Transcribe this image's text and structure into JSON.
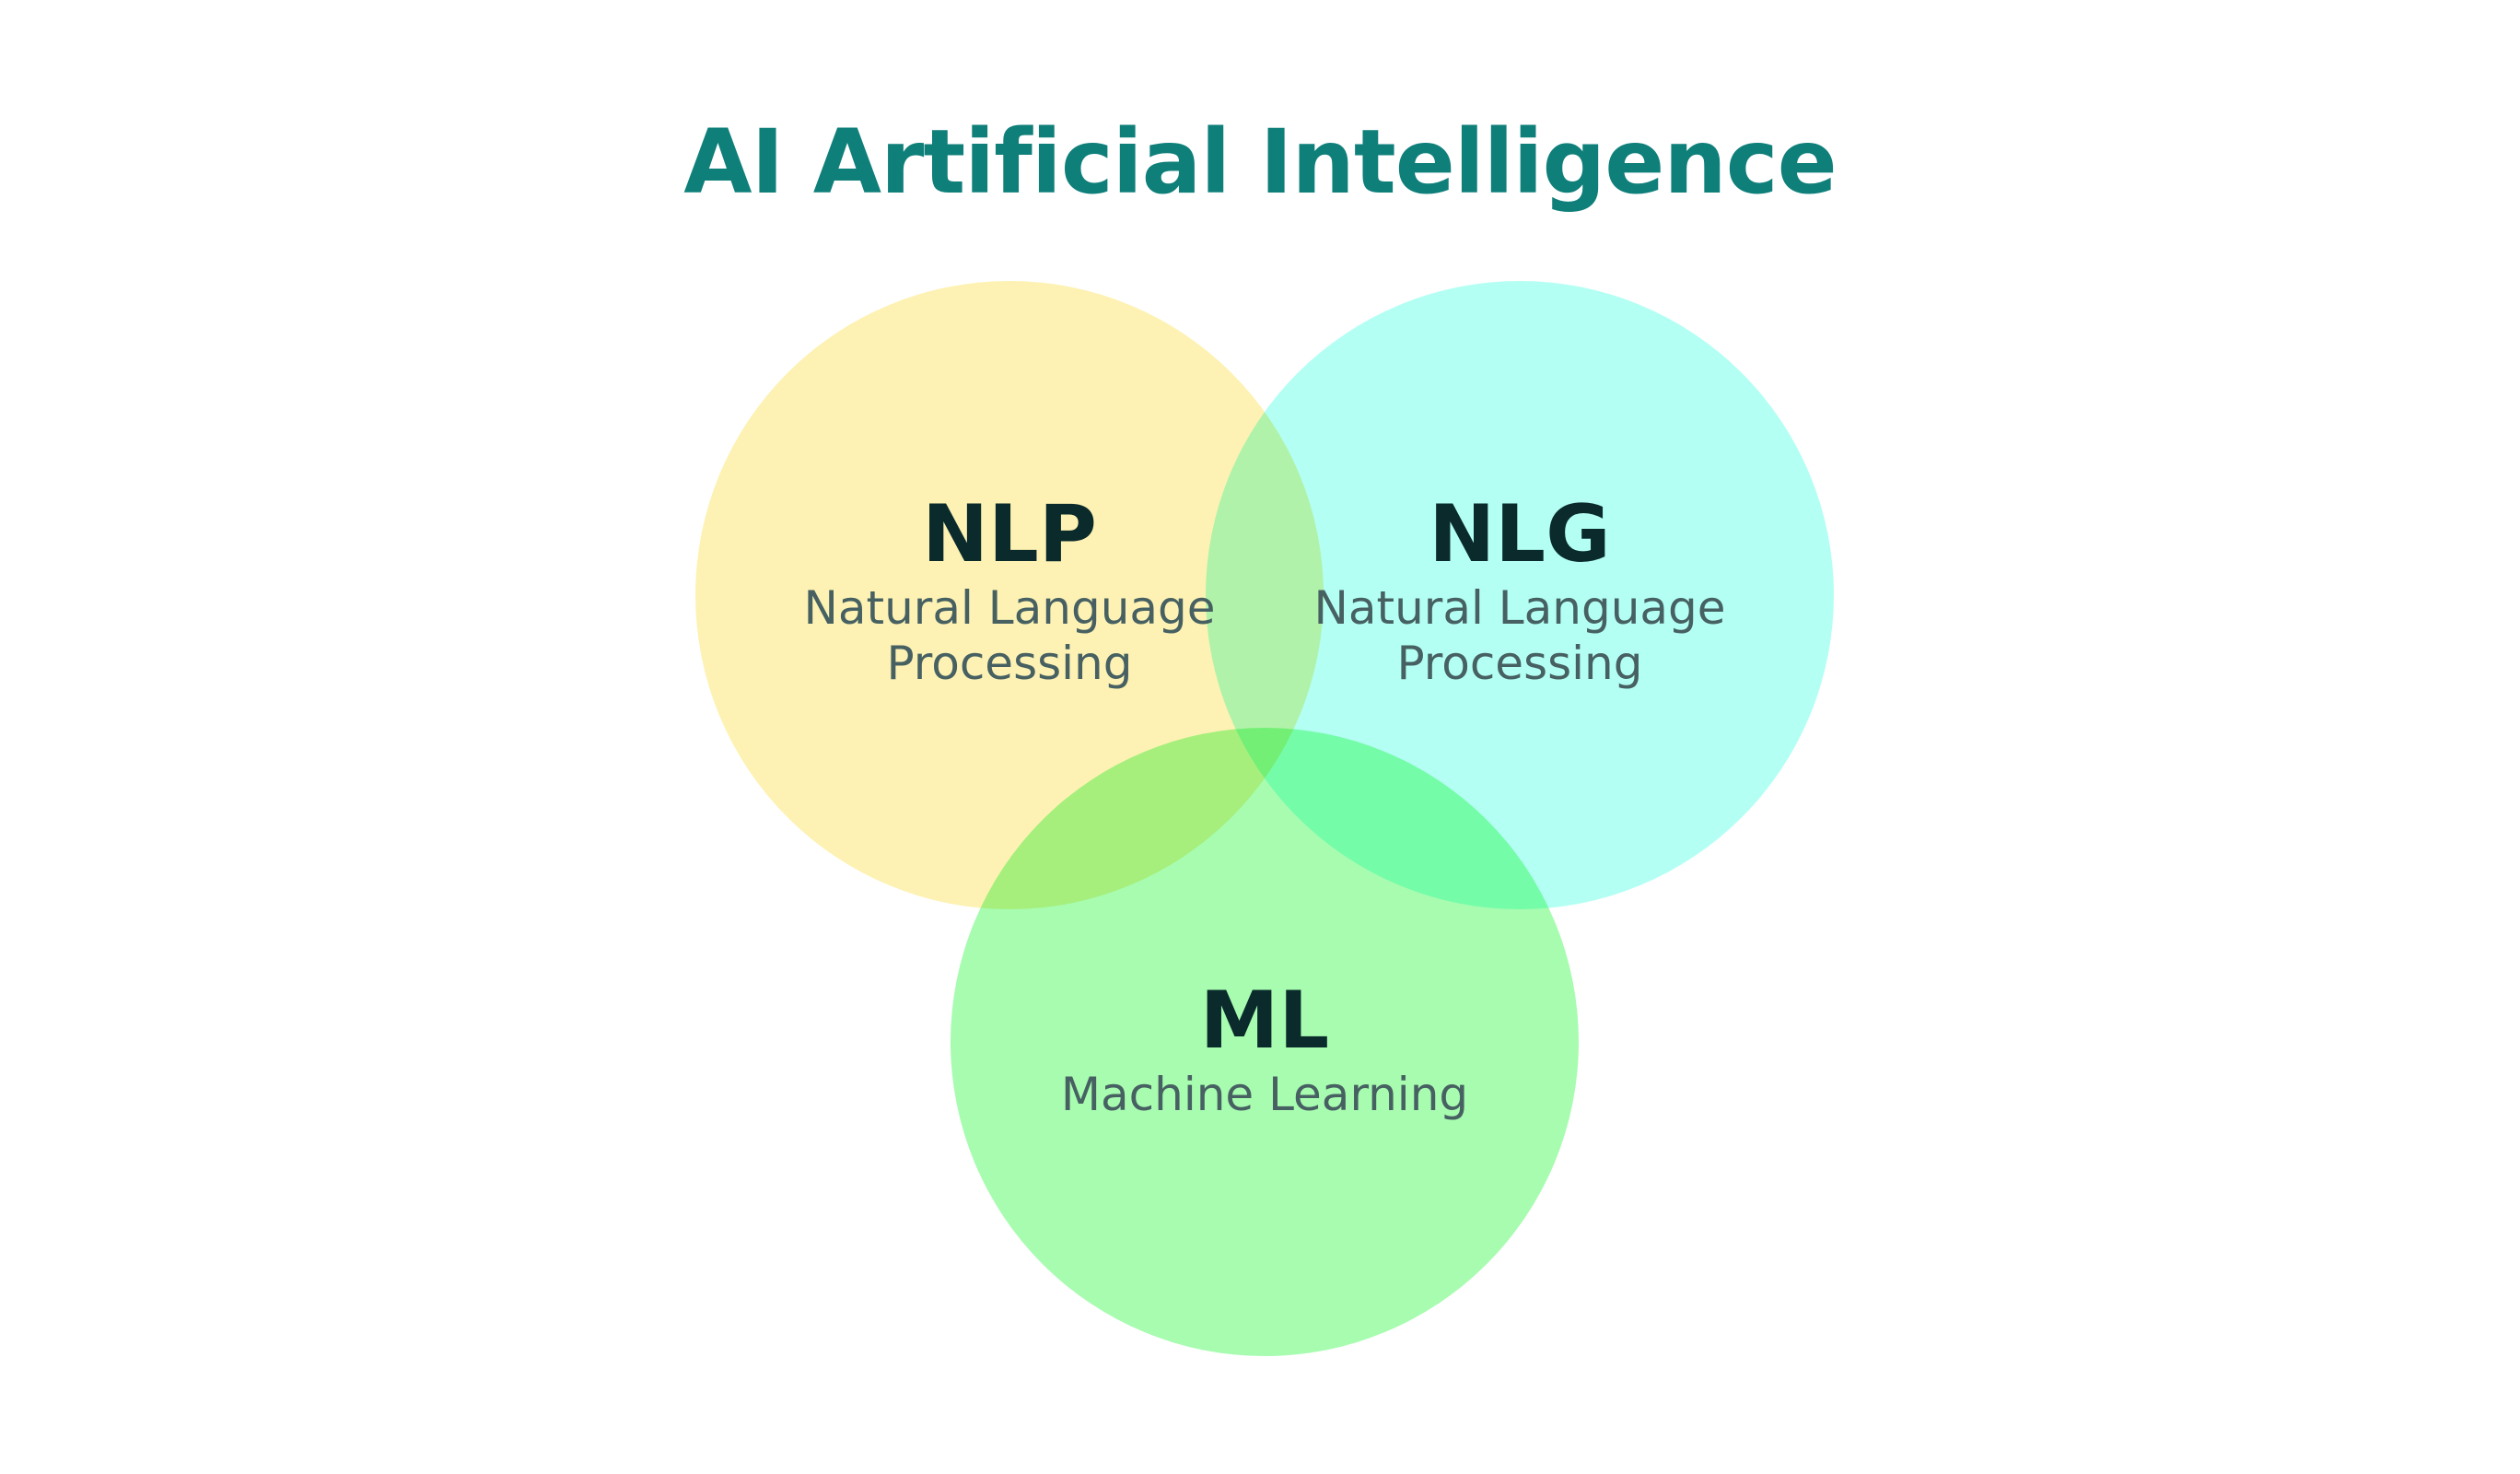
{
  "diagram": {
    "title": "AI Artificial Intelligence",
    "colors": {
      "title": "#0f7f7a",
      "nlp_circle": "#fdf2b3",
      "nlg_circle": "#b3fff3",
      "ml_circle": "#a7fcb0",
      "abbr_text": "#0a2a2c",
      "full_text": "#476062"
    },
    "sets": [
      {
        "id": "nlp",
        "abbr": "NLP",
        "full_name": "Natural Language\nProcessing"
      },
      {
        "id": "nlg",
        "abbr": "NLG",
        "full_name": "Natural Language\nProcessing"
      },
      {
        "id": "ml",
        "abbr": "ML",
        "full_name": "Machine Learning"
      }
    ]
  }
}
